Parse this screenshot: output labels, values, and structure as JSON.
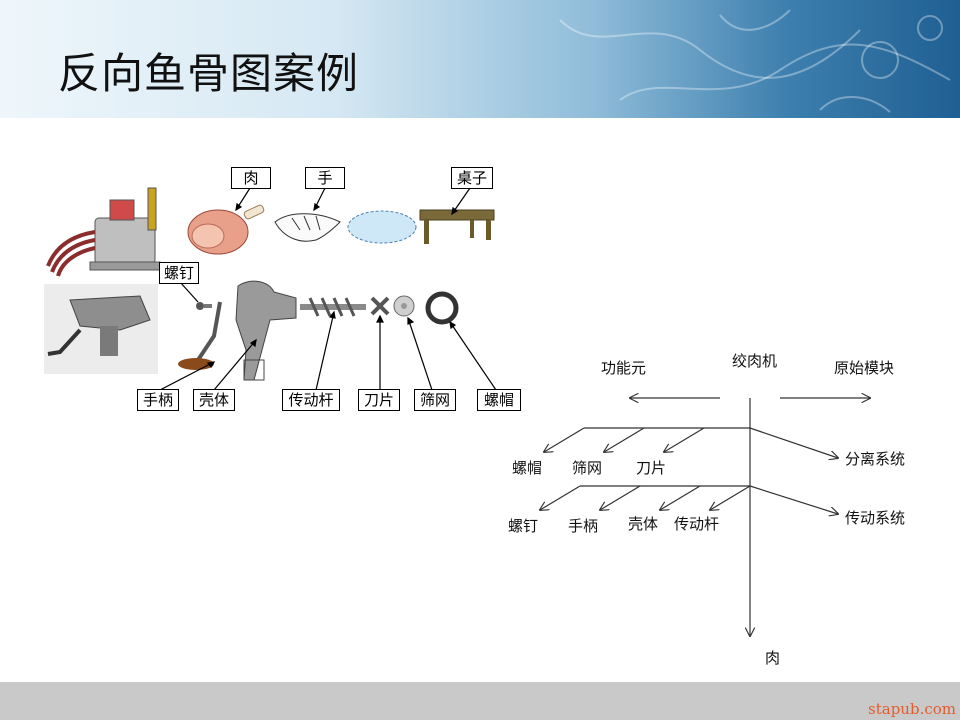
{
  "title": "反向鱼骨图案例",
  "watermark": "stapub.com",
  "parts_labels": {
    "meat": "肉",
    "hand": "手",
    "table": "桌子",
    "screw": "螺钉",
    "handle": "手柄",
    "shell": "壳体",
    "shaft": "传动杆",
    "blade": "刀片",
    "sieve": "筛网",
    "cap": "螺帽"
  },
  "fishbone": {
    "root": "绞肉机",
    "left_arrow_label": "功能元",
    "right_arrow_label": "原始模块",
    "bottom_label": "肉",
    "upper_group": [
      "螺帽",
      "筛网",
      "刀片"
    ],
    "lower_group": [
      "螺钉",
      "手柄",
      "壳体",
      "传动杆"
    ],
    "system_1": "分离系统",
    "system_2": "传动系统"
  },
  "colors": {
    "banner_dark": "#1f5f92",
    "footer": "#c9c9c9",
    "watermark": "#e45c2c",
    "handle_wood": "#8b4a1a",
    "metal": "#9a9a9a"
  }
}
